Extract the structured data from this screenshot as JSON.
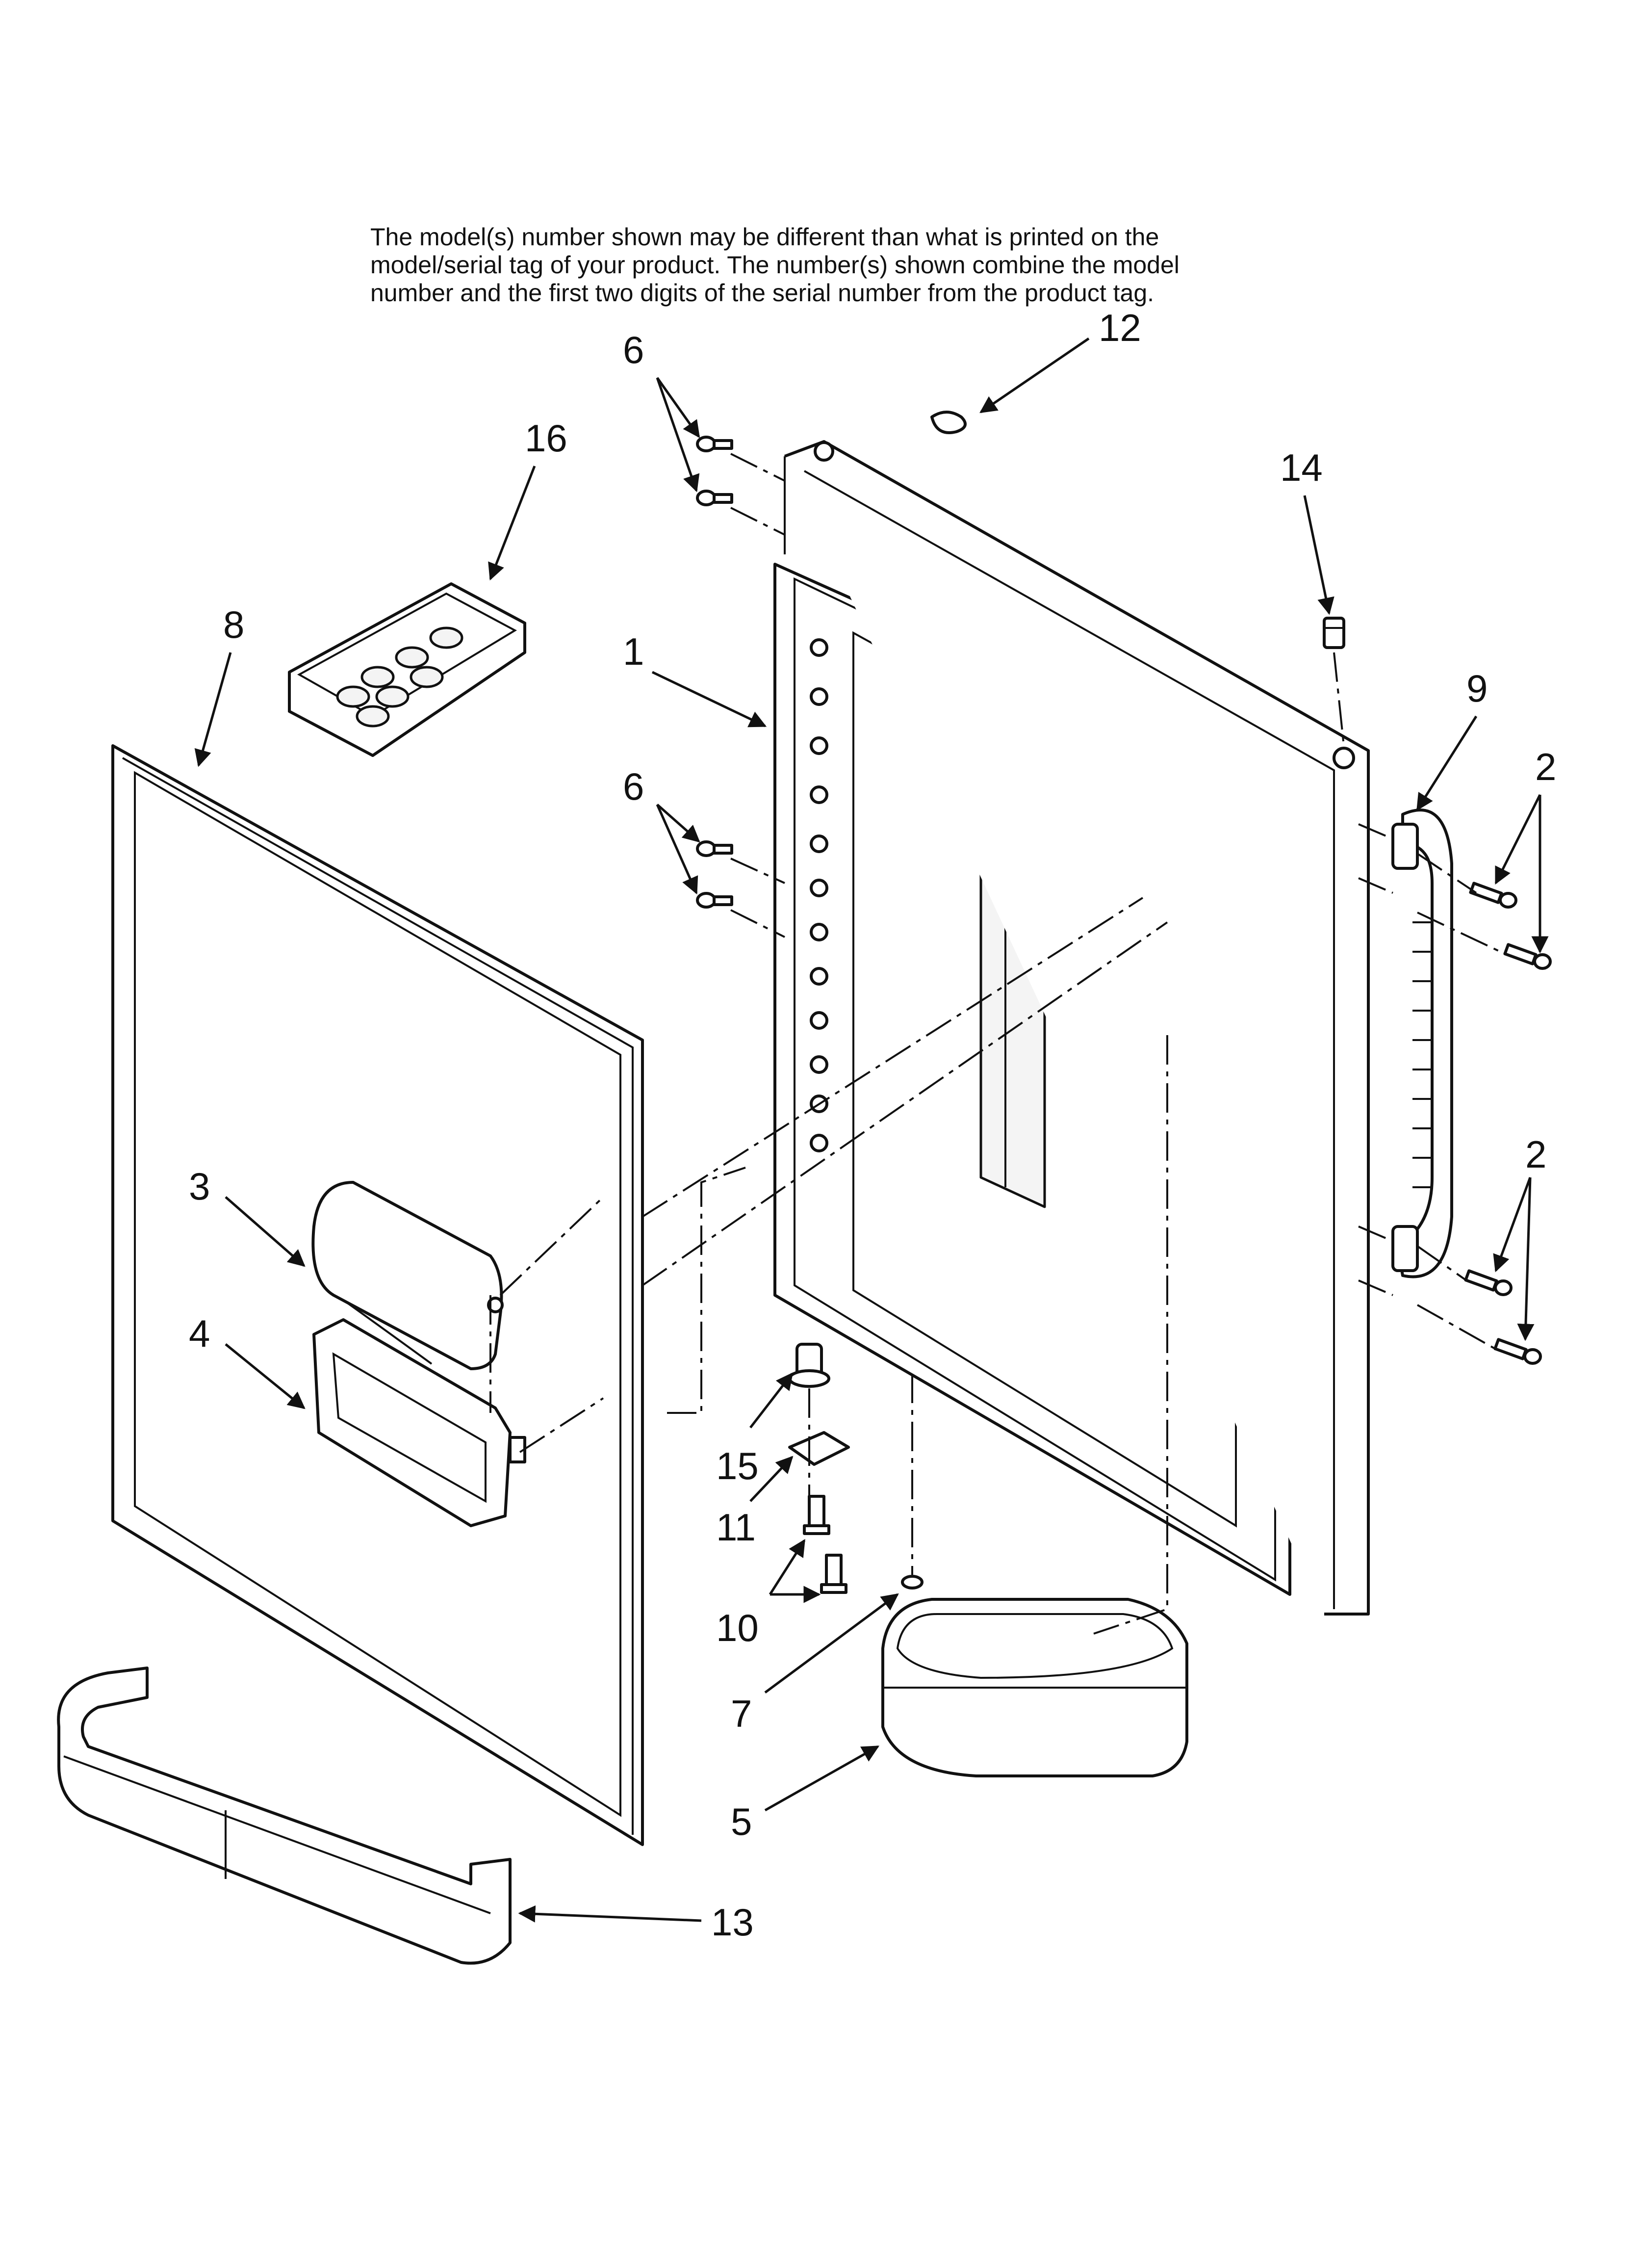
{
  "note": {
    "line1": "The model(s) number shown may be different than what is printed on the",
    "line2": "model/serial tag of your product. The number(s) shown combine the model",
    "line3": "number and the first two digits of the serial number from the product tag."
  },
  "callouts": {
    "c1": "1",
    "c2a": "2",
    "c2b": "2",
    "c3": "3",
    "c4": "4",
    "c5": "5",
    "c6a": "6",
    "c6b": "6",
    "c7": "7",
    "c8": "8",
    "c9": "9",
    "c10": "10",
    "c11": "11",
    "c12": "12",
    "c13": "13",
    "c14": "14",
    "c15": "15",
    "c16": "16"
  },
  "colors": {
    "line": "#111111",
    "background": "#ffffff"
  }
}
